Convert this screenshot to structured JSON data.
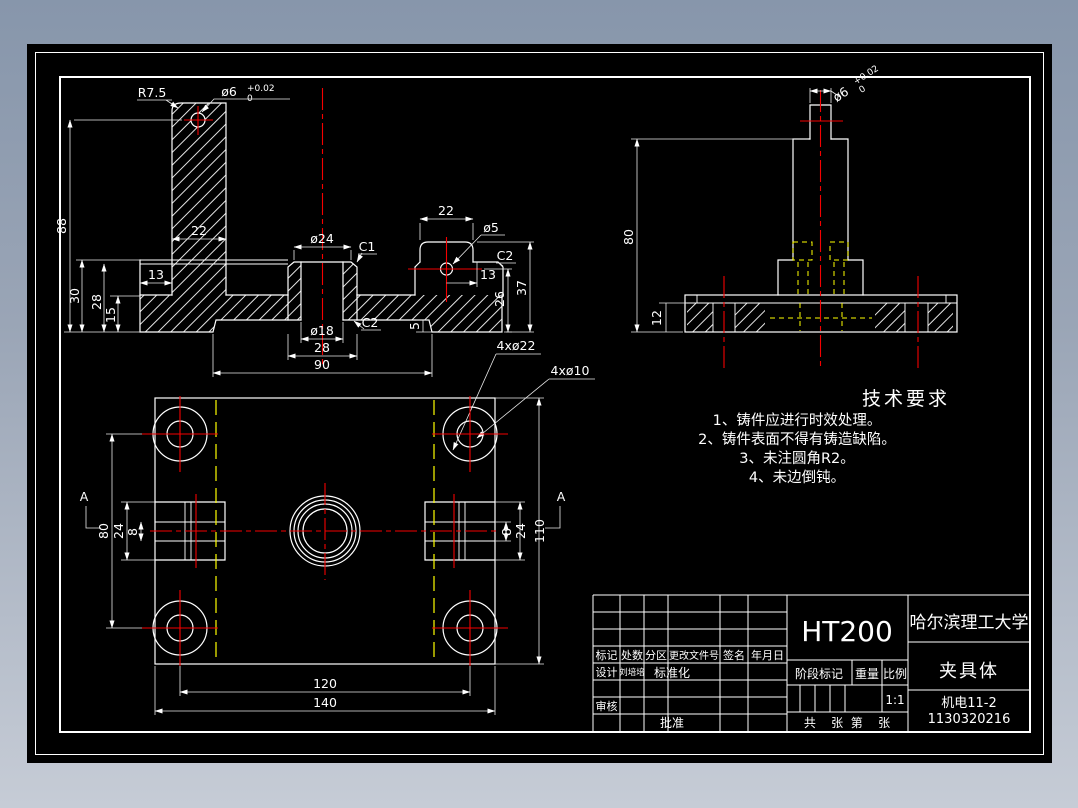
{
  "colors": {
    "outline": "#ffffff",
    "centerline": "#f50000",
    "hidden_line": "#ffff00",
    "canvas": "#000000"
  },
  "front_view": {
    "r_fillet": "R7.5",
    "hole_dia": "ø6",
    "tol_up": "+0.02",
    "tol_dn": "0",
    "h88": "88",
    "w22": "22",
    "w13": "13",
    "h30": "30",
    "h28": "28",
    "h15": "15",
    "cb24": "ø24",
    "c1": "C1",
    "bore18": "ø18",
    "w28": "28",
    "w90": "90",
    "c2_boss": "C2",
    "d5": "5",
    "lug_w22": "22",
    "lug_hole": "ø5",
    "c2_lug": "C2",
    "lug_13": "13",
    "lug_26": "26",
    "lug_37": "37",
    "note22": "4xø22",
    "note10": "4xø10"
  },
  "side_view": {
    "h80": "80",
    "h12": "12",
    "hole_dia": "ø6",
    "tol_up": "+0.02",
    "tol_dn": "0"
  },
  "top_view": {
    "l80": "80",
    "l24": "24",
    "l8": "8",
    "r8": "8",
    "r24": "24",
    "r110": "110",
    "b120": "120",
    "b140": "140",
    "a_left": "A",
    "a_right": "A"
  },
  "tech_req": {
    "title": "技术要求",
    "items": [
      "1、铸件应进行时效处理。",
      "2、铸件表面不得有铸造缺陷。",
      "3、未注圆角R2。",
      "4、未边倒钝。"
    ]
  },
  "title_block": {
    "material": "HT200",
    "university": "哈尔滨理工大学",
    "part": "夹具体",
    "class": "机电11-2",
    "student_id": "1130320216",
    "scale_val": "1:1",
    "mark": "标记",
    "qty": "处数",
    "zone": "分区",
    "doc_no": "更改文件号",
    "sign": "签名",
    "date": "年月日",
    "design": "设计",
    "designer": "刘培培",
    "standardize": "标准化",
    "check": "审核",
    "approve": "批准",
    "stage": "阶段标记",
    "weight": "重量",
    "scale": "比例",
    "sheets": "共    张  第    张"
  }
}
